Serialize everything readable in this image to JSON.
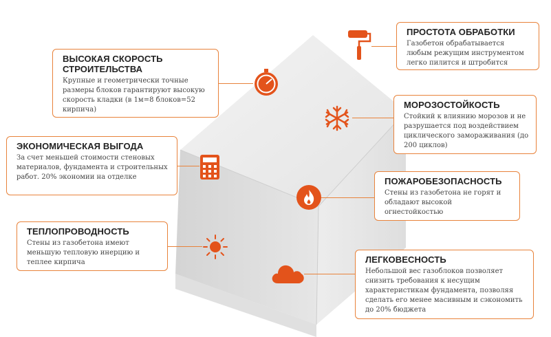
{
  "colors": {
    "accent": "#e8823a",
    "icon": "#e3531b"
  },
  "cards": {
    "speed": {
      "title": "ВЫСОКАЯ СКОРОСТЬ СТРОИТЕЛЬСТВА",
      "text": "Крупные и геометрически точные размеры блоков гарантируют высокую скорость кладки (в 1м=8 блоков=52 кирпича)",
      "icon": "stopwatch-icon"
    },
    "economy": {
      "title": "ЭКОНОМИЧЕСКАЯ ВЫГОДА",
      "text": "За счет меньшей стоимости стеновых материалов, фундамента и строительных работ. 20% экономии на отделке",
      "icon": "calculator-icon"
    },
    "thermal": {
      "title": "ТЕПЛОПРОВОДНОСТЬ",
      "text": "Стены из газобетона имеют меньшую тепловую инерцию и теплее кирпича",
      "icon": "sun-icon"
    },
    "processing": {
      "title": "ПРОСТОТА ОБРАБОТКИ",
      "text": "Газобетон обрабатывается любым режущим инструментом легко пилится и штробится",
      "icon": "paint-roller-icon"
    },
    "frost": {
      "title": "МОРОЗОСТОЙКОСТЬ",
      "text": "Стойкий к влиянию морозов и не разрушается под воздействием циклического замораживания (до 200 циклов)",
      "icon": "snowflake-icon"
    },
    "fire": {
      "title": "ПОЖАРОБЕЗОПАСНОСТЬ",
      "text": "Стены из газобетона не горят и обладают высокой огнестойкостью",
      "icon": "flame-icon"
    },
    "light": {
      "title": "ЛЕГКОВЕСНОСТЬ",
      "text": "Небольшой вес газоблоков позволяет снизить требования к несущим характеристикам фундамента, позволяя сделать его менее масивным и сэкономить до 20% бюджета",
      "icon": "cloud-icon"
    }
  }
}
